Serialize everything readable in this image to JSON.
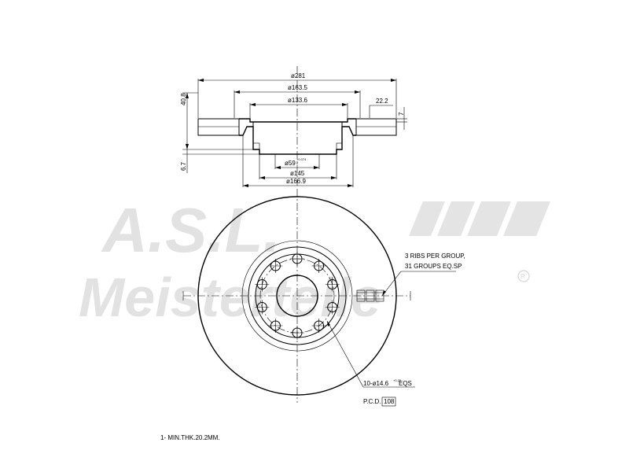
{
  "watermark": {
    "line1": "A.S.L.",
    "line2": "Meisterteile",
    "mark": "R"
  },
  "section_view": {
    "dims": {
      "d_outer": "ø281",
      "d_hat_top": "ø163.5",
      "d_hat_inner": "ø133.6",
      "d_hub": "ø59",
      "d_hub_tol_upper": "+0.074",
      "d_hub_tol_lower": "0",
      "d_145": "ø145",
      "d_166": "ø166.9",
      "height_total": "40.8",
      "hub_thickness": "6.7",
      "disc_thickness": "22.2",
      "hat_depth": "7"
    }
  },
  "front_view": {
    "bolt_holes": 10,
    "callouts": {
      "ribs_line1": "3 RIBS PER GROUP,",
      "ribs_line2": "31 GROUPS EQ.SP",
      "holes_prefix": "10-ø14.6",
      "holes_tol": "+0.20",
      "holes_suffix": " EQS",
      "pcd_label": "P.C.D.",
      "pcd_value": "108"
    }
  },
  "notes": {
    "min_thickness": "1- MIN.THK.20.2MM."
  }
}
